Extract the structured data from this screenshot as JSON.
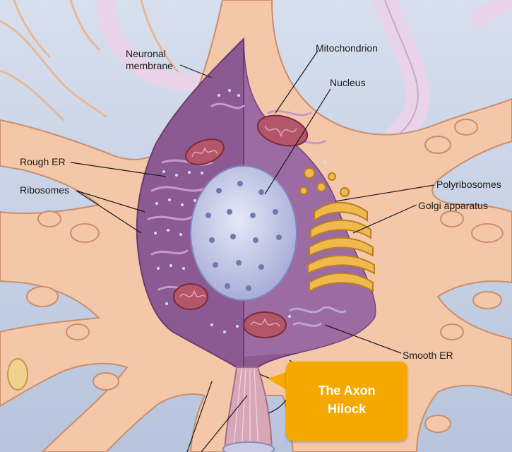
{
  "labels": {
    "neuronal_membrane": "Neuronal membrane",
    "mitochondrion": "Mitochondrion",
    "nucleus": "Nucleus",
    "rough_er": "Rough ER",
    "ribosomes": "Ribosomes",
    "polyribosomes": "Polyribosomes",
    "golgi_apparatus": "Golgi apparatus",
    "smooth_er": "Smooth ER"
  },
  "callout": {
    "line1": "The Axon",
    "line2": "Hilock"
  },
  "colors": {
    "background": "#c9d4e6",
    "dendrite": "#f4c7a8",
    "dendrite_outline": "#c98e6e",
    "cytoplasm": "#8c5a92",
    "cytoplasm_light": "#a77aad",
    "nucleus": "#c7c9e8",
    "nucleus_pore": "#6f7bb0",
    "mitochondrion": "#b4566a",
    "golgi": "#f0b94e",
    "callout": "#f5a800"
  }
}
